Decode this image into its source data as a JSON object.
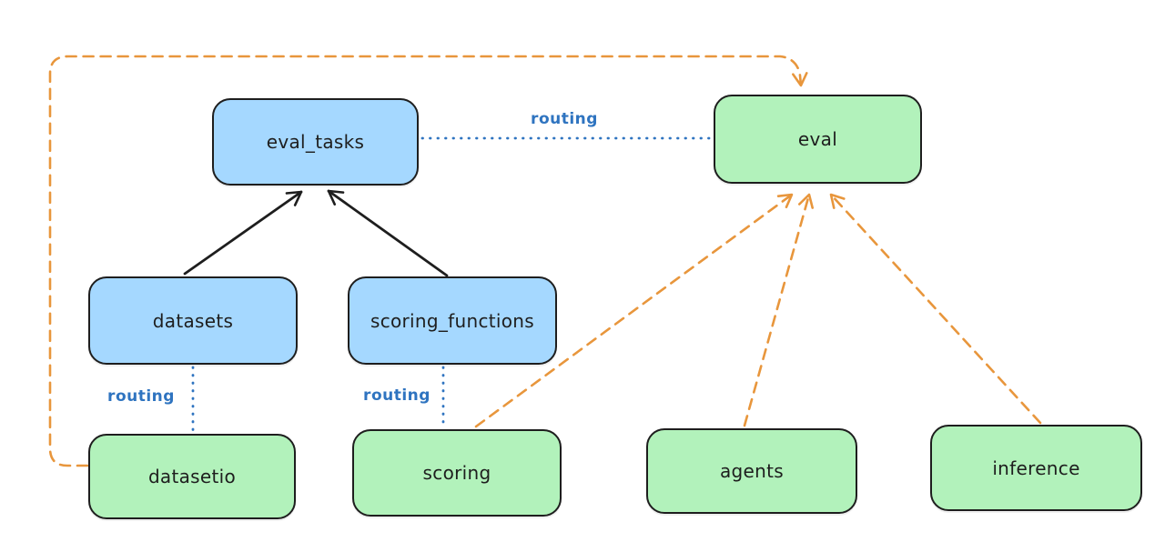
{
  "diagram": {
    "type": "architecture-diagram",
    "background": "#ffffff"
  },
  "colors": {
    "api_node_fill_blue": "#a5d8ff",
    "provider_node_fill_green": "#b2f2bb",
    "node_stroke": "#1e1e1e",
    "routing_blue": "#2f74c0",
    "dependency_orange": "#e8963c",
    "solid_arrow_black": "#1e1e1e"
  },
  "nodes": [
    {
      "id": "eval_tasks",
      "label": "eval_tasks",
      "color": "blue"
    },
    {
      "id": "eval",
      "label": "eval",
      "color": "green"
    },
    {
      "id": "datasets",
      "label": "datasets",
      "color": "blue"
    },
    {
      "id": "scoring_functions",
      "label": "scoring_functions",
      "color": "blue"
    },
    {
      "id": "datasetio",
      "label": "datasetio",
      "color": "green"
    },
    {
      "id": "scoring",
      "label": "scoring",
      "color": "green"
    },
    {
      "id": "agents",
      "label": "agents",
      "color": "green"
    },
    {
      "id": "inference",
      "label": "inference",
      "color": "green"
    }
  ],
  "edges": [
    {
      "from": "datasets",
      "to": "eval_tasks",
      "style": "solid-black-arrow"
    },
    {
      "from": "scoring_functions",
      "to": "eval_tasks",
      "style": "solid-black-arrow"
    },
    {
      "from": "eval_tasks",
      "to": "eval",
      "style": "dotted-blue",
      "label": "routing"
    },
    {
      "from": "datasets",
      "to": "datasetio",
      "style": "dotted-blue",
      "label": "routing"
    },
    {
      "from": "scoring_functions",
      "to": "scoring",
      "style": "dotted-blue",
      "label": "routing"
    },
    {
      "from": "datasetio",
      "to": "eval",
      "style": "dashed-orange-arrow"
    },
    {
      "from": "scoring",
      "to": "eval",
      "style": "dashed-orange-arrow"
    },
    {
      "from": "agents",
      "to": "eval",
      "style": "dashed-orange-arrow"
    },
    {
      "from": "inference",
      "to": "eval",
      "style": "dashed-orange-arrow"
    }
  ]
}
